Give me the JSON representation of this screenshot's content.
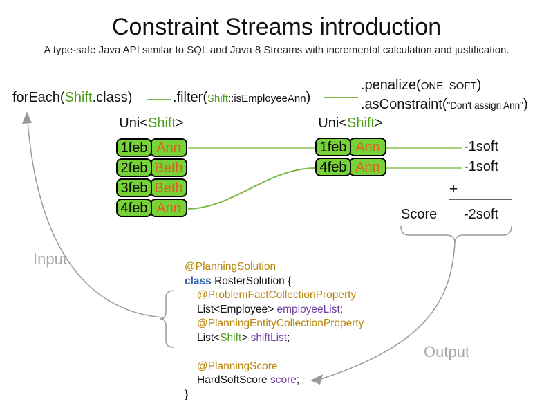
{
  "title": "Constraint Streams introduction",
  "subtitle": "A type-safe Java API similar to SQL and Java 8 Streams with incremental calculation and justification.",
  "stream": {
    "forEach": {
      "prefix": "forEach(",
      "cls": "Shift",
      "suffix": ".class)"
    },
    "filter": {
      "prefix": ".filter(",
      "arg_cls": "Shift",
      "arg_rest": "::isEmployeeAnn",
      "suffix": ")"
    },
    "penalize": {
      "prefix": ".penalize(",
      "arg": "ONE_SOFT",
      "suffix": ")"
    },
    "as_constraint": {
      "prefix": ".asConstraint(",
      "arg": "\"Don't assign Ann\"",
      "suffix": ")"
    }
  },
  "tables": {
    "left": {
      "header": {
        "prefix": "Uni<",
        "cls": "Shift",
        "suffix": ">"
      },
      "rows": [
        {
          "date": "1feb",
          "name": "Ann"
        },
        {
          "date": "2feb",
          "name": "Beth"
        },
        {
          "date": "3feb",
          "name": "Beth"
        },
        {
          "date": "4feb",
          "name": "Ann"
        }
      ]
    },
    "right": {
      "header": {
        "prefix": "Uni<",
        "cls": "Shift",
        "suffix": ">"
      },
      "rows": [
        {
          "date": "1feb",
          "name": "Ann"
        },
        {
          "date": "4feb",
          "name": "Ann"
        }
      ]
    }
  },
  "scores": {
    "row_scores": [
      "-1soft",
      "-1soft"
    ],
    "plus": "+",
    "score_label": "Score",
    "total": "-2soft"
  },
  "labels": {
    "input": "Input",
    "output": "Output"
  },
  "code": {
    "lines": [
      {
        "indent": false,
        "tokens": [
          {
            "t": "@PlanningSolution",
            "c": "ann"
          }
        ]
      },
      {
        "indent": false,
        "tokens": [
          {
            "t": "class",
            "c": "kw"
          },
          {
            "t": " RosterSolution {",
            "c": "pl"
          }
        ]
      },
      {
        "indent": true,
        "tokens": [
          {
            "t": "@ProblemFactCollectionProperty",
            "c": "ann"
          }
        ]
      },
      {
        "indent": true,
        "tokens": [
          {
            "t": "List<Employee> ",
            "c": "pl"
          },
          {
            "t": "employeeList",
            "c": "var"
          },
          {
            "t": ";",
            "c": "pl"
          }
        ]
      },
      {
        "indent": true,
        "tokens": [
          {
            "t": "@PlanningEntityCollectionProperty",
            "c": "ann"
          }
        ]
      },
      {
        "indent": true,
        "tokens": [
          {
            "t": "List<",
            "c": "pl"
          },
          {
            "t": "Shift",
            "c": "grn"
          },
          {
            "t": "> ",
            "c": "pl"
          },
          {
            "t": "shiftList",
            "c": "var"
          },
          {
            "t": ";",
            "c": "pl"
          }
        ]
      },
      {
        "indent": false,
        "tokens": []
      },
      {
        "indent": true,
        "tokens": [
          {
            "t": "@PlanningScore",
            "c": "ann"
          }
        ]
      },
      {
        "indent": true,
        "tokens": [
          {
            "t": "HardSoftScore ",
            "c": "pl"
          },
          {
            "t": "score",
            "c": "var"
          },
          {
            "t": ";",
            "c": "pl"
          }
        ]
      },
      {
        "indent": false,
        "tokens": [
          {
            "t": "}",
            "c": "pl"
          }
        ]
      }
    ]
  },
  "colors": {
    "green_text": "#4f9e1b",
    "cell_fill": "#76d237",
    "name_orange": "#e05f1e",
    "link_light": "#a6d17e",
    "link_mid": "#7cb84a",
    "arrow_gray": "#999999",
    "label_gray": "#a8a8a8",
    "ann_gold": "#b8860b",
    "kw_blue": "#2e5fac",
    "var_purple": "#6f3fa6",
    "sum_gray": "#666666"
  }
}
